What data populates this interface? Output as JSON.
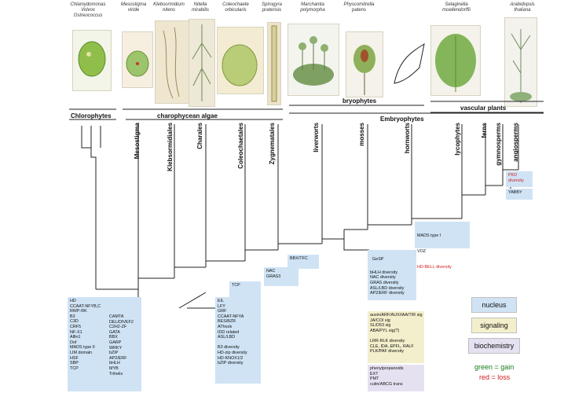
{
  "species": {
    "chlamy": "Chlamydomonas\nVolvox\nOstreococcus",
    "mesostigma": "Mesostigma\nviride",
    "klebsormidium": "Klebsormidium\nnitens",
    "nitella": "Nitella\nmirabilis",
    "coleochaete": "Coleochaete\norbicularis",
    "spirogyra": "Spirogyra\npratensis",
    "marchantia": "Marchantia\npolymorpha",
    "physcomitrella": "Physcomitrella\npatens",
    "selaginella": "Selaginella\nmoellendorffii",
    "arabidopsis": "Arabidopsis\nthaliana"
  },
  "groups": {
    "bryophytes": "bryophytes",
    "vascular": "vascular plants",
    "chlorophytes": "Chlorophytes",
    "charophycean": "charophycean algae",
    "embryophytes": "Embryophytes"
  },
  "taxa": {
    "mesostigma": "Mesostigma",
    "klebsormidiales": "Klebsormidiales",
    "charales": "Charales",
    "coleochaetales": "Coleochaetales",
    "zygnematales": "Zygnematales",
    "liverworts": "liverworts",
    "mosses": "mosses",
    "hornworts": "hornworts",
    "lycophytes": "lycophytes",
    "ferns": "ferns",
    "gymnosperms": "gymnosperms",
    "angiosperms": "angiosperms"
  },
  "boxes": {
    "base_col1": "HD\nCCAAT-NFYB,C\nRWP-RK\nB3\nC3D\nCRF5\nNF-X1\nAlfin1\nDof\nMADS type II\nLIM domain\nHSF\nSBP\nTCP",
    "base_col2": "CAMTA\nDEL/DIVEF2\nC2H2-ZF\nGATA\nBBX\nGARP\nWRKY\nbZIP\nAP2/ERF\nbHLH\nMYB\nTrihelix",
    "tcp": "TCP",
    "nac_gras": "NAC\nGRAS3",
    "bbx_tfc": "BBX/TFC",
    "mid_list": "EIL\nLFY\nGRF\nCCAAT-NFYA\nBES/BZR\nAThook\nIDD related\nASL/LBD\n\nB3 diversity\nHD-zip diversity\nHD-KNOX1/2\nbZIP diversity",
    "gesp": "GeSP",
    "emb_list": "bHLH diversity\nNAC diversity\nGRAS diversity\nASL/LBD diversity\nAP2/ERF diversity",
    "mads_line1": "MADS type I",
    "mads_line2": "VOZ",
    "mads_line3": "HD-BELL diversity",
    "pkd": "PKD\ndiversity",
    "yabby": "YABBY",
    "signal_list": "auxin/ARF/AUX/IAA/TIR sig\nJA/COI sig\nSL/D53 sig\nABA/PYL sig(?)\n\nLRR-RLK diversity\nCLE, IDA, EPFL, RALF\nPLK/PAF diversity",
    "bio_list": "phenylpropanoids\nEXT\nPMT\ncutin/ABCG trans"
  },
  "legend": {
    "nucleus": "nucleus",
    "signaling": "signaling",
    "biochemistry": "biochemistry",
    "gain": "green = gain",
    "loss": "red = loss"
  },
  "colors": {
    "nucleus": "#cfe3f5",
    "signaling": "#f3efcc",
    "biochemistry": "#e6e1f1",
    "gain": "#1a7a1a",
    "loss": "#d12020"
  }
}
